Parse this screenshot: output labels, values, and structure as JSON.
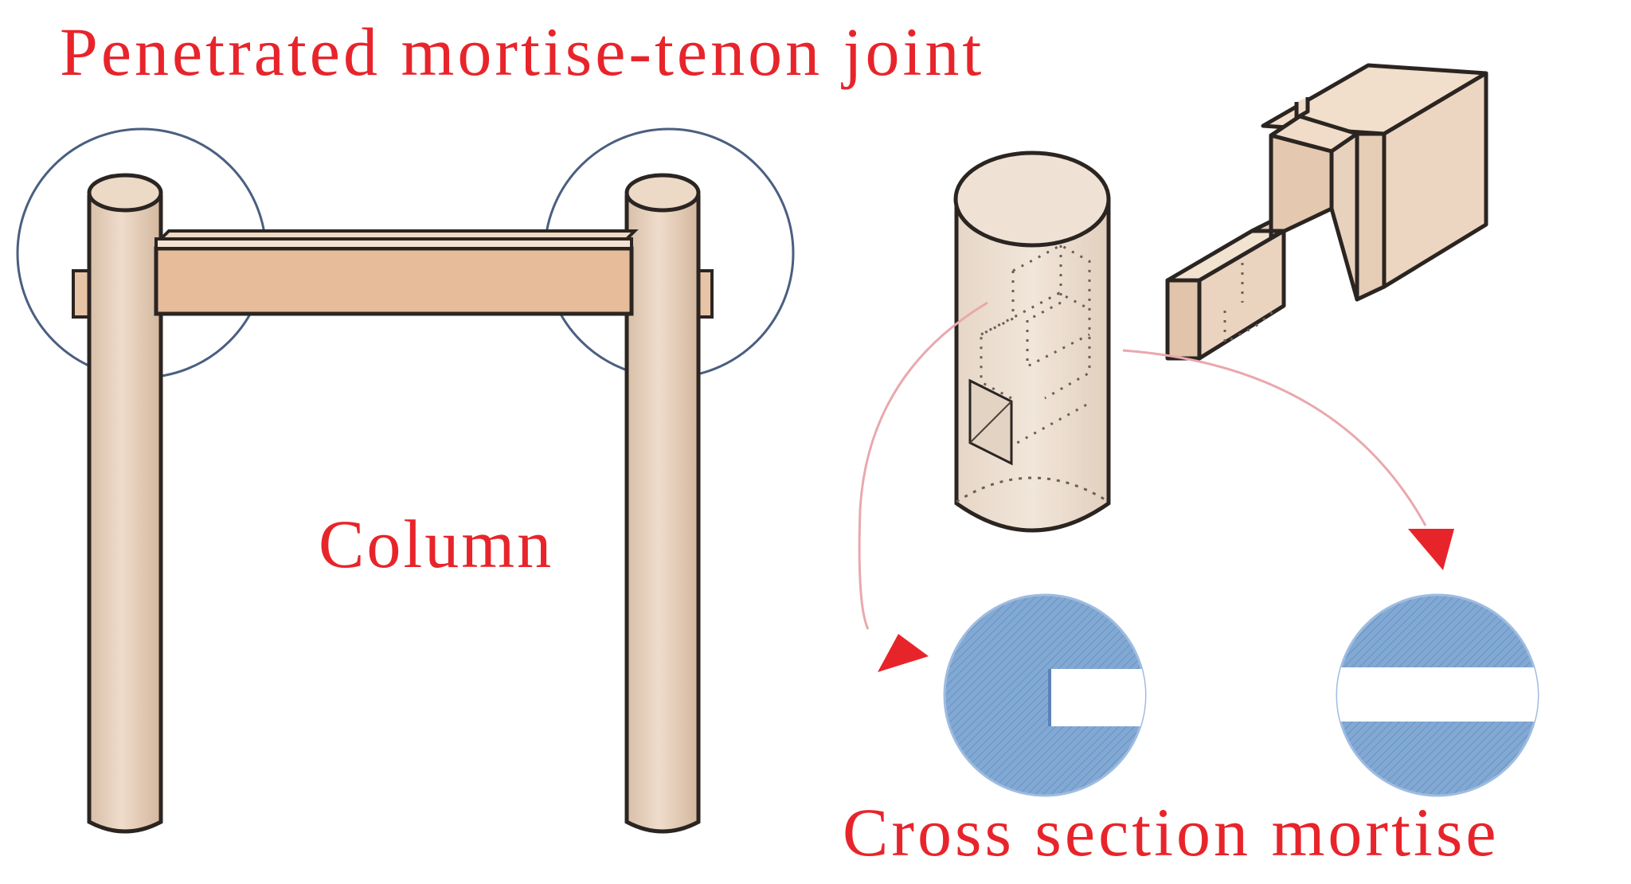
{
  "labels": {
    "title": "Penetrated mortise-tenon joint",
    "column": "Column",
    "cross_section": "Cross section mortise"
  },
  "colors": {
    "label_red": "#e8242b",
    "wood_light": "#ecd9c8",
    "wood_mid": "#e2c8b0",
    "wood_dark": "#c9a98c",
    "beam_face": "#e8bf9f",
    "outline": "#2b2522",
    "circle_stroke": "#4a5f80",
    "section_blue": "#7ea5d0",
    "section_hatch": "#6d95c4",
    "arrow_line": "#e9a8ae",
    "arrow_head": "#e8242b"
  }
}
